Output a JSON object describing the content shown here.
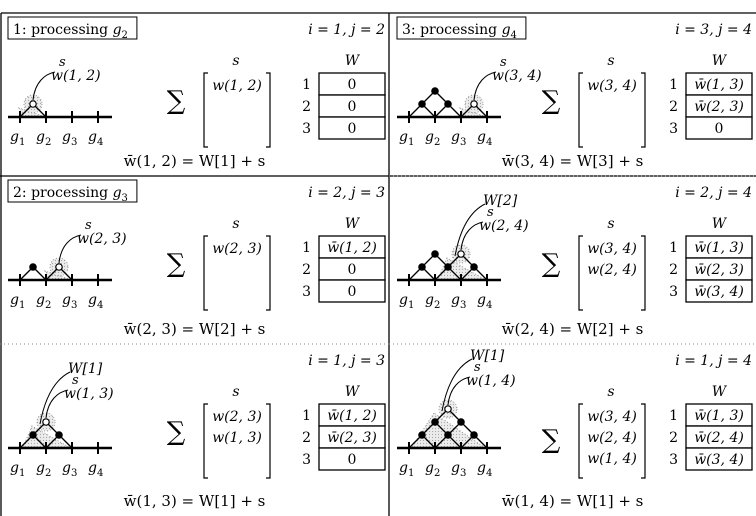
{
  "sum_symbol": "∑",
  "panels": [
    {
      "id": "p1",
      "title": "1: processing g2",
      "title_text": "1: processing ",
      "title_var": "g",
      "title_sub": "2",
      "ij": "i = 1, j = 2",
      "s_col_header": "s",
      "w_col_header": "W",
      "s_entries": [
        "w(1, 2)"
      ],
      "w_rows": [
        {
          "idx": "1",
          "val": "0"
        },
        {
          "idx": "2",
          "val": "0"
        },
        {
          "idx": "3",
          "val": "0"
        }
      ],
      "leaf_labels": [
        "g1",
        "g2",
        "g3",
        "g4"
      ],
      "tree_label_s": "s",
      "tree_label_w": "w(1, 2)",
      "tree_label_W": "",
      "equation": "w̄(1, 2) = W[1] + s"
    },
    {
      "id": "p3",
      "title": "3: processing g4",
      "title_text": "3: processing ",
      "title_var": "g",
      "title_sub": "4",
      "ij": "i = 3, j = 4",
      "s_col_header": "s",
      "w_col_header": "W",
      "s_entries": [
        "w(3, 4)"
      ],
      "w_rows": [
        {
          "idx": "1",
          "val": "w̄(1, 3)"
        },
        {
          "idx": "2",
          "val": "w̄(2, 3)"
        },
        {
          "idx": "3",
          "val": "0"
        }
      ],
      "leaf_labels": [
        "g1",
        "g2",
        "g3",
        "g4"
      ],
      "tree_label_s": "s",
      "tree_label_w": "w(3, 4)",
      "tree_label_W": "",
      "equation": "w̄(3, 4) = W[3] + s"
    },
    {
      "id": "p2",
      "title": "2: processing g3",
      "title_text": "2: processing ",
      "title_var": "g",
      "title_sub": "3",
      "ij": "i = 2, j = 3",
      "s_col_header": "s",
      "w_col_header": "W",
      "s_entries": [
        "w(2, 3)"
      ],
      "w_rows": [
        {
          "idx": "1",
          "val": "w̄(1, 2)"
        },
        {
          "idx": "2",
          "val": "0"
        },
        {
          "idx": "3",
          "val": "0"
        }
      ],
      "leaf_labels": [
        "g1",
        "g2",
        "g3",
        "g4"
      ],
      "tree_label_s": "s",
      "tree_label_w": "w(2, 3)",
      "tree_label_W": "",
      "equation": "w̄(2, 3) = W[2] + s"
    },
    {
      "id": "p4",
      "title": "",
      "ij": "i = 2, j = 4",
      "s_col_header": "s",
      "w_col_header": "W",
      "s_entries": [
        "w(3, 4)",
        "w(2, 4)"
      ],
      "w_rows": [
        {
          "idx": "1",
          "val": "w̄(1, 3)"
        },
        {
          "idx": "2",
          "val": "w̄(2, 3)"
        },
        {
          "idx": "3",
          "val": "w̄(3, 4)"
        }
      ],
      "leaf_labels": [
        "g1",
        "g2",
        "g3",
        "g4"
      ],
      "tree_label_s": "s",
      "tree_label_w": "w(2, 4)",
      "tree_label_W": "W[2]",
      "equation": "w̄(2, 4) = W[2] + s"
    },
    {
      "id": "p5",
      "title": "",
      "ij": "i = 1, j = 3",
      "s_col_header": "s",
      "w_col_header": "W",
      "s_entries": [
        "w(2, 3)",
        "w(1, 3)"
      ],
      "w_rows": [
        {
          "idx": "1",
          "val": "w̄(1, 2)"
        },
        {
          "idx": "2",
          "val": "w̄(2, 3)"
        },
        {
          "idx": "3",
          "val": "0"
        }
      ],
      "leaf_labels": [
        "g1",
        "g2",
        "g3",
        "g4"
      ],
      "tree_label_s": "s",
      "tree_label_w": "w(1, 3)",
      "tree_label_W": "W[1]",
      "equation": "w̄(1, 3) = W[1] + s"
    },
    {
      "id": "p6",
      "title": "",
      "ij": "i = 1, j = 4",
      "s_col_header": "s",
      "w_col_header": "W",
      "s_entries": [
        "w(3, 4)",
        "w(2, 4)",
        "w(1, 4)"
      ],
      "w_rows": [
        {
          "idx": "1",
          "val": "w̄(1, 3)"
        },
        {
          "idx": "2",
          "val": "w̄(2, 4)"
        },
        {
          "idx": "3",
          "val": "w̄(3, 4)"
        }
      ],
      "leaf_labels": [
        "g1",
        "g2",
        "g3",
        "g4"
      ],
      "tree_label_s": "s",
      "tree_label_w": "w(1, 4)",
      "tree_label_W": "W[1]",
      "equation": "w̄(1, 4) = W[1] + s"
    }
  ]
}
